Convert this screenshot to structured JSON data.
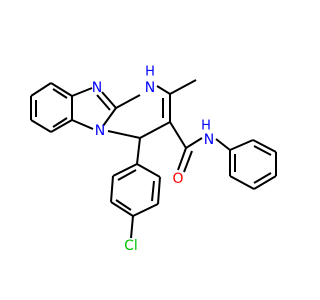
{
  "colors": {
    "bond": "#000000",
    "nitrogen": "#0000FF",
    "oxygen": "#FF0000",
    "chlorine": "#00C000",
    "background": "#FFFFFF"
  },
  "atom_labels": {
    "n_imidazole_top": "N",
    "nh_ring": "H",
    "nh_ring_n": "N",
    "n_bridge": "N",
    "nh_amide_h": "H",
    "nh_amide_n": "N",
    "o_carbonyl": "O",
    "cl": "Cl"
  }
}
